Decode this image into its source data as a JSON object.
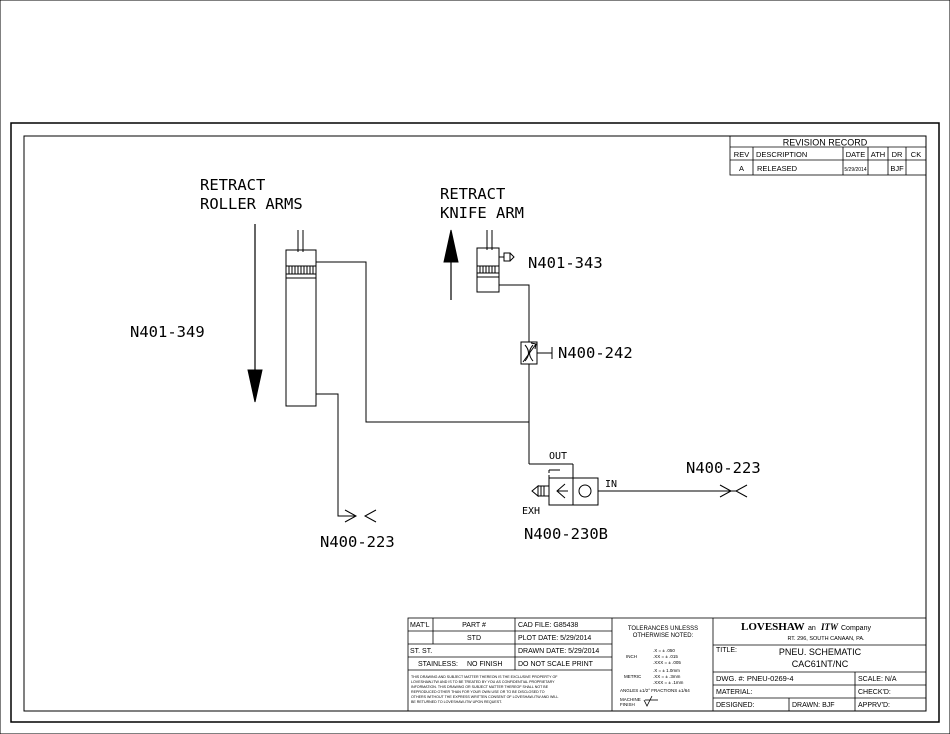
{
  "revision_record": {
    "title": "REVISION RECORD",
    "headers": [
      "REV",
      "DESCRIPTION",
      "DATE",
      "ATH",
      "DR",
      "CK"
    ],
    "rows": [
      {
        "rev": "A",
        "description": "RELEASED",
        "date": "5/29/2014",
        "ath": "",
        "dr": "BJF",
        "ck": ""
      }
    ]
  },
  "labels": {
    "retract_roller_line1": "RETRACT",
    "retract_roller_line2": "ROLLER ARMS",
    "retract_knife_line1": "RETRACT",
    "retract_knife_line2": "KNIFE ARM",
    "cyl_roller": "N401-349",
    "cyl_knife": "N401-343",
    "flow_control": "N400-242",
    "fitting_left": "N400-223",
    "fitting_right": "N400-223",
    "valve": "N400-230B",
    "port_out": "OUT",
    "port_in": "IN",
    "port_exh": "EXH"
  },
  "title_block": {
    "matl_label": "MAT'L",
    "part_label": "PART #",
    "part_value": "STD",
    "st_st": "ST. ST.",
    "stainless": "STAINLESS:",
    "finish": "NO FINISH",
    "cad_file": "CAD FILE: G85438",
    "plot_date": "PLOT DATE: 5/29/2014",
    "drawn_date": "DRAWN DATE: 5/29/2014",
    "do_not_scale": "DO NOT SCALE PRINT",
    "proprietary": [
      "THIS DRAWING AND SUBJECT MATTER THEREON IS THE EXCLUSIVE PROPERTY OF",
      "LOVESHAW-ITW AND IS TO BE TREATED BY YOU AS CONFIDENTIAL PROPRIETARY",
      "INFORMATION. THIS DRAWING OR SUBJECT MATTER THEREOF SHALL NOT BE",
      "REPRODUCED OTHER THAN FOR YOUR OWN USE OR TO BE DISCLOSED TO",
      "OTHERS WITHOUT THE EXPRESS WRITTEN CONSENT OF LOVESHAW-ITW AND WILL",
      "BE RETURNED TO LOVESHAW-ITW UPON REQUEST."
    ],
    "tolerances_line1": "TOLERANCES UNLESSS",
    "tolerances_line2": "OTHERWISE NOTED:",
    "inch_label": "INCH",
    "inch_x": ".X   = ± .050",
    "inch_xx": ".XX  = ± .015",
    "inch_xxx": ".XXX = ± .005",
    "metric_label": "METRIC",
    "metric_x": ".X   = ± 1.0mm",
    "metric_xx": ".XX  = ± .3mm",
    "metric_xxx": ".XXX = ± .1mm",
    "angles": "ANGLES ±1/2°   FRACTIONS ±1/64",
    "machine_finish": "MACHINE",
    "machine_finish2": "FINISH",
    "company_name": "LOVESHAW",
    "company_an": "an",
    "company_itw": "ITW",
    "company_suffix": "Company",
    "company_address": "RT. 296, SOUTH CANAAN, PA.",
    "title_label": "TITLE:",
    "title_line1": "PNEU. SCHEMATIC",
    "title_line2": "CAC61NT/NC",
    "dwg_no": "DWG. #: PNEU-0269-4",
    "scale": "SCALE: N/A",
    "material": "MATERIAL:",
    "checked": "CHECK'D:",
    "designed": "DESIGNED:",
    "drawn": "DRAWN: BJF",
    "approved": "APPRV'D:"
  }
}
